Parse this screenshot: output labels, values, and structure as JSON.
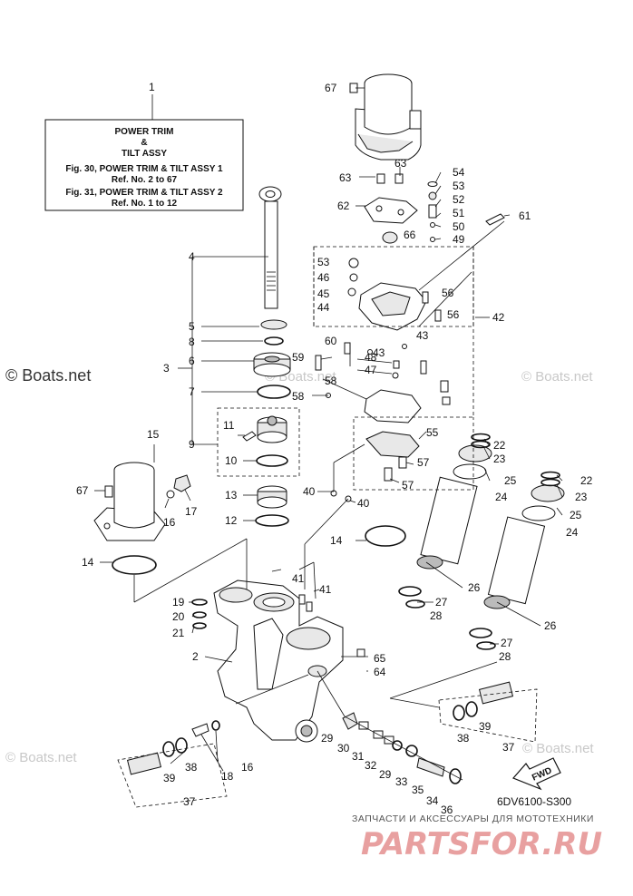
{
  "watermarks": [
    "© Boats.net",
    "© Boats.net",
    "© Boats.net",
    "© Boats.net",
    "© Boats.net"
  ],
  "title_box": {
    "ref": "1",
    "lines": [
      "POWER TRIM",
      "&",
      "TILT ASSY",
      "Fig. 30, POWER TRIM & TILT ASSY 1",
      "Ref. No. 2 to 67",
      "Fig. 31, POWER TRIM & TILT ASSY 2",
      "Ref. No. 1 to 12"
    ]
  },
  "callouts": [
    "67",
    "63",
    "63",
    "62",
    "54",
    "53",
    "52",
    "51",
    "50",
    "49",
    "66",
    "61",
    "53",
    "46",
    "45",
    "44",
    "56",
    "56",
    "42",
    "43",
    "43",
    "60",
    "59",
    "48",
    "47",
    "58",
    "58",
    "4",
    "5",
    "8",
    "6",
    "3",
    "7",
    "11",
    "9",
    "10",
    "15",
    "67",
    "16",
    "17",
    "13",
    "12",
    "14",
    "40",
    "40",
    "14",
    "55",
    "57",
    "57",
    "22",
    "23",
    "25",
    "24",
    "22",
    "23",
    "25",
    "24",
    "41",
    "41",
    "26",
    "27",
    "28",
    "26",
    "27",
    "28",
    "19",
    "20",
    "21",
    "2",
    "65",
    "64",
    "29",
    "30",
    "31",
    "32",
    "29",
    "33",
    "35",
    "34",
    "36",
    "18",
    "16",
    "39",
    "38",
    "37",
    "38",
    "39",
    "37"
  ],
  "fwd_label": "FWD",
  "diagram_code": "6DV6100-S300",
  "footer": {
    "subtitle": "ЗАПЧАСТИ И АКСЕССУАРЫ ДЛЯ МОТОТЕХНИКИ",
    "brand": "PARTSFOR.RU"
  }
}
